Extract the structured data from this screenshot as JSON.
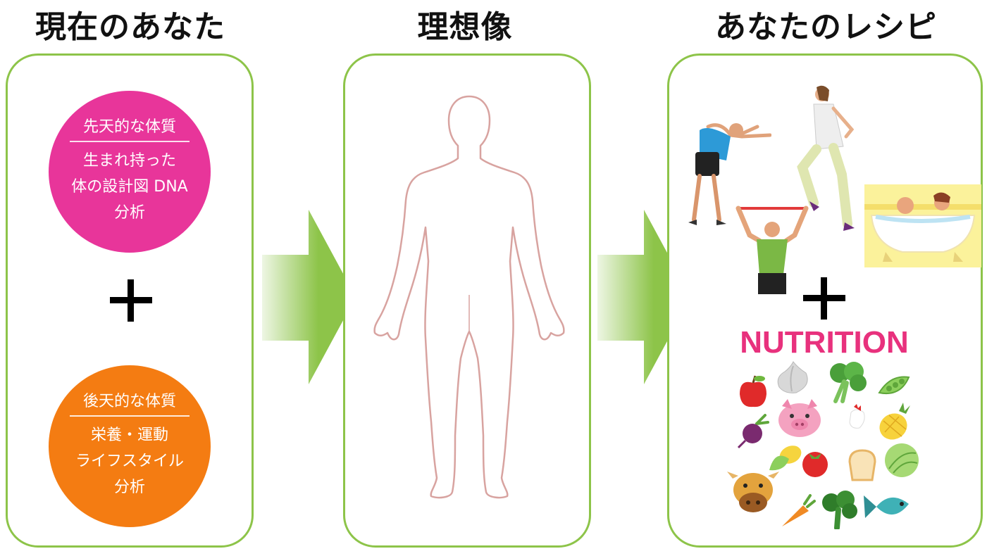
{
  "headings": {
    "current": "現在のあなた",
    "ideal": "理想像",
    "recipe": "あなたのレシピ"
  },
  "innate": {
    "title": "先天的な体質",
    "body": "生まれ持った\n体の設計図 DNA\n分析",
    "color": "#e8359a"
  },
  "acquired": {
    "title": "後天的な体質",
    "body": "栄養・運動\nライフスタイル\n分析",
    "color": "#f47c12"
  },
  "nutrition_label": "NUTRITION",
  "colors": {
    "panel_border": "#8dc449",
    "arrow": "#8dc449",
    "body_outline": "#d8a3a0",
    "nutrition": "#e8317d"
  }
}
